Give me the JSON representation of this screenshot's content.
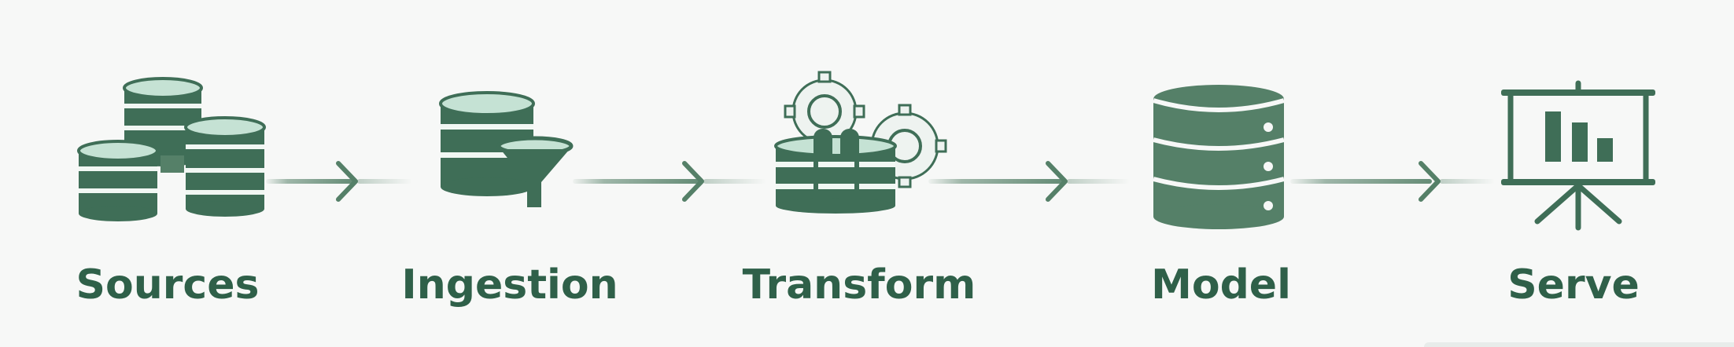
{
  "diagram": {
    "type": "pipeline",
    "colors": {
      "primary": "#2f6049",
      "icon_dark": "#3f6e57",
      "icon_mid": "#558068",
      "icon_light": "#c5e2d4",
      "background": "#f7f8f7"
    },
    "stages": [
      {
        "label": "Sources",
        "icon": "database-stack-icon"
      },
      {
        "label": "Ingestion",
        "icon": "database-filter-icon"
      },
      {
        "label": "Transform",
        "icon": "database-gears-icon"
      },
      {
        "label": "Model",
        "icon": "database-server-icon"
      },
      {
        "label": "Serve",
        "icon": "presentation-chart-icon"
      }
    ],
    "connectors": [
      "arrow",
      "arrow",
      "arrow",
      "arrow"
    ]
  }
}
